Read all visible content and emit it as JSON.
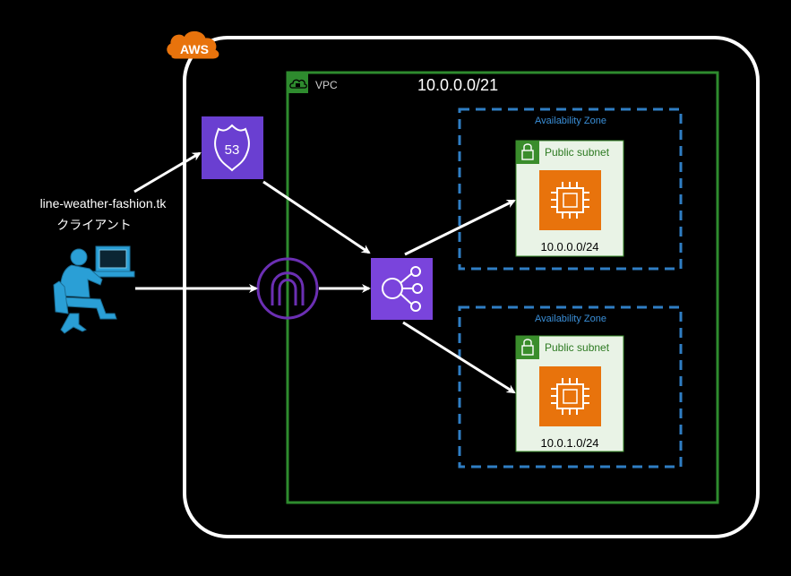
{
  "aws_badge": "AWS",
  "vpc": {
    "label": "VPC",
    "cidr": "10.0.0.0/21"
  },
  "client": {
    "domain": "line-weather-fashion.tk",
    "label": "クライアント"
  },
  "route53": {
    "number": "53"
  },
  "zones": [
    {
      "label": "Availability Zone",
      "subnet_label": "Public subnet",
      "subnet_cidr": "10.0.0.0/24"
    },
    {
      "label": "Availability Zone",
      "subnet_label": "Public subnet",
      "subnet_cidr": "10.0.1.0/24"
    }
  ],
  "colors": {
    "vpc_border": "#2e8b2e",
    "zone_border": "#2f7ec4",
    "route53": "#6a3fd1",
    "elb": "#7a44dc",
    "igw": "#6b2fb3",
    "ec2": "#e8730c",
    "subnet_bg": "#e9f3e6",
    "subnet_green": "#3a8d2c",
    "aws_orange": "#e8730c"
  }
}
